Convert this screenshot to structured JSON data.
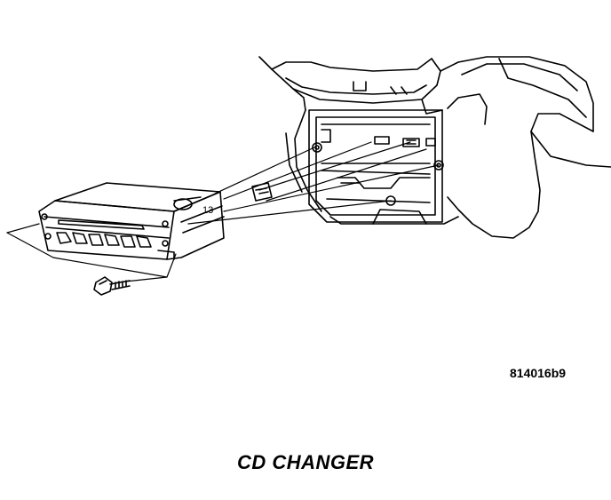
{
  "figure": {
    "code": "814016b9",
    "caption": "CD CHANGER",
    "callout": "13"
  },
  "colors": {
    "line": "#000000",
    "background": "#ffffff"
  }
}
